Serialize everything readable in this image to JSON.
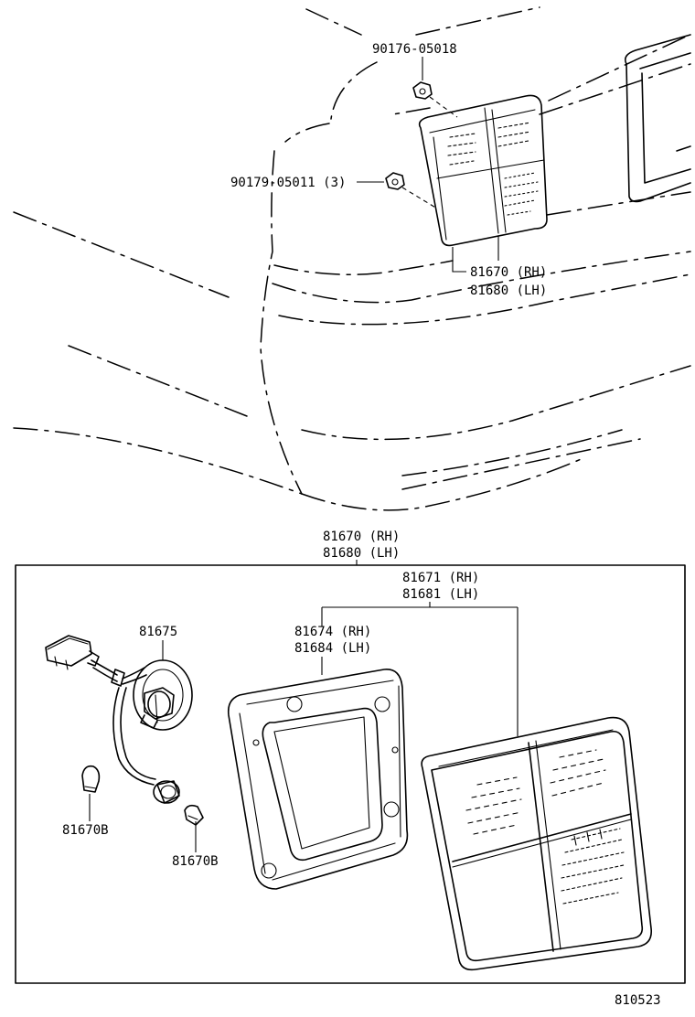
{
  "labels": {
    "clip_upper": "90176-05018",
    "clip_lower": "90179-05011 (3)",
    "lamp_assy_rh_top": "81670 (RH)",
    "lamp_assy_lh_top": "81680 (LH)",
    "lamp_assy_rh_box": "81670 (RH)",
    "lamp_assy_lh_box": "81680 (LH)",
    "lens_rh": "81671 (RH)",
    "lens_lh": "81681 (LH)",
    "gasket_rh": "81674 (RH)",
    "gasket_lh": "81684 (LH)",
    "socket_wire": "81675",
    "bulb_left": "81670B",
    "bulb_right": "81670B",
    "figure_number": "810523"
  }
}
